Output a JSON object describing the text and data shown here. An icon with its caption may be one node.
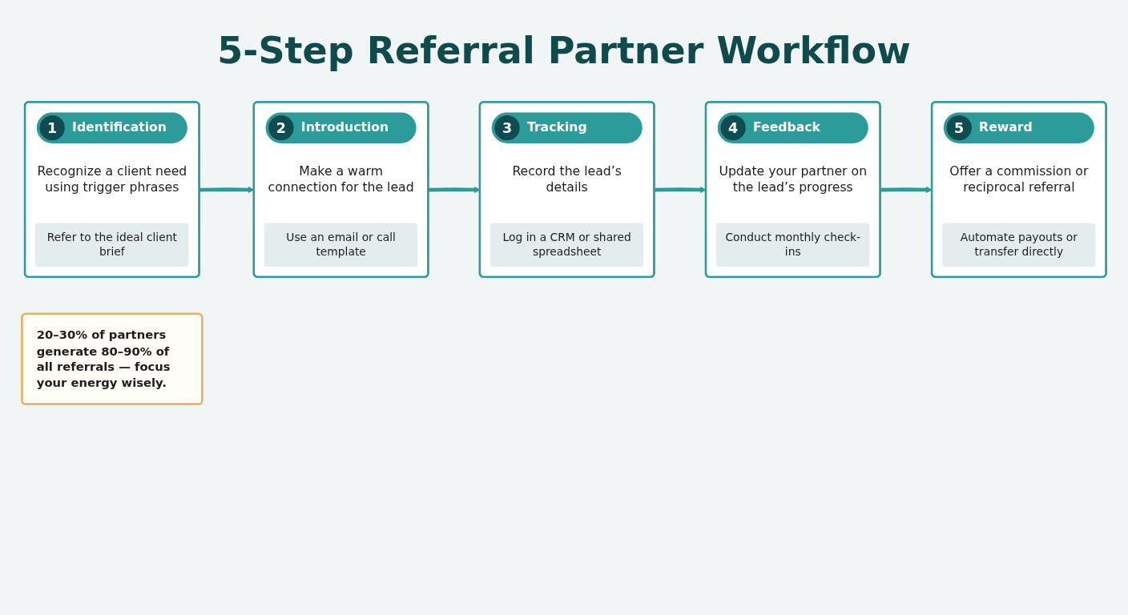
{
  "diagram": {
    "title": "5-Step Referral Partner Workflow",
    "nodes": [
      {
        "text": [
          "1",
          "Identification",
          "Recognize a client need using trigger phrases",
          "Refer to the ideal client brief"
        ]
      },
      {
        "text": [
          "2",
          "Introduction",
          "Make a warm connection for the lead",
          "Use an email or call template"
        ]
      },
      {
        "text": [
          "3",
          "Tracking",
          "Record the lead’s details",
          "Log in a CRM or shared spreadsheet"
        ]
      },
      {
        "text": [
          "4",
          "Feedback",
          "Update your partner on the lead’s progress",
          "Conduct monthly check-ins"
        ]
      },
      {
        "text": [
          "5",
          "Reward",
          "Offer a commission or reciprocal referral",
          "Automate payouts or transfer directly"
        ]
      },
      {
        "text": [
          "20–30% of partners generate 80–90% of all referrals — focus your energy wisely."
        ]
      }
    ],
    "edges": [
      {
        "from": 0,
        "to": 1,
        "arrow": "to"
      },
      {
        "from": 1,
        "to": 2,
        "arrow": "to"
      },
      {
        "from": 2,
        "to": 3,
        "arrow": "to"
      },
      {
        "from": 3,
        "to": 4,
        "arrow": "to"
      }
    ]
  }
}
